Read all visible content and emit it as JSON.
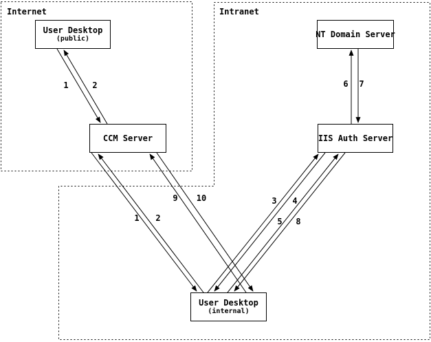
{
  "diagram": {
    "regions": {
      "internet": {
        "label": "Internet"
      },
      "intranet": {
        "label": "Intranet"
      }
    },
    "nodes": {
      "user_desktop_public": {
        "title": "User Desktop",
        "subtitle": "(public)"
      },
      "nt_domain_server": {
        "title": "NT Domain Server"
      },
      "ccm_server": {
        "title": "CCM Server"
      },
      "iis_auth_server": {
        "title": "IIS Auth Server"
      },
      "user_desktop_internal": {
        "title": "User Desktop",
        "subtitle": "(internal)"
      }
    },
    "edges": {
      "public_to_ccm": {
        "labels": [
          "1",
          "2"
        ]
      },
      "ccm_to_internal": {
        "labels": [
          "1",
          "2"
        ]
      },
      "ccm_to_internal_return": {
        "labels": [
          "9",
          "10"
        ]
      },
      "iis_to_internal_a": {
        "labels": [
          "3",
          "4"
        ]
      },
      "iis_to_internal_b": {
        "labels": [
          "5",
          "8"
        ]
      },
      "nt_to_iis": {
        "labels": [
          "6",
          "7"
        ]
      }
    },
    "colors": {
      "line": "#000000",
      "background": "#ffffff",
      "text": "#000000"
    }
  }
}
